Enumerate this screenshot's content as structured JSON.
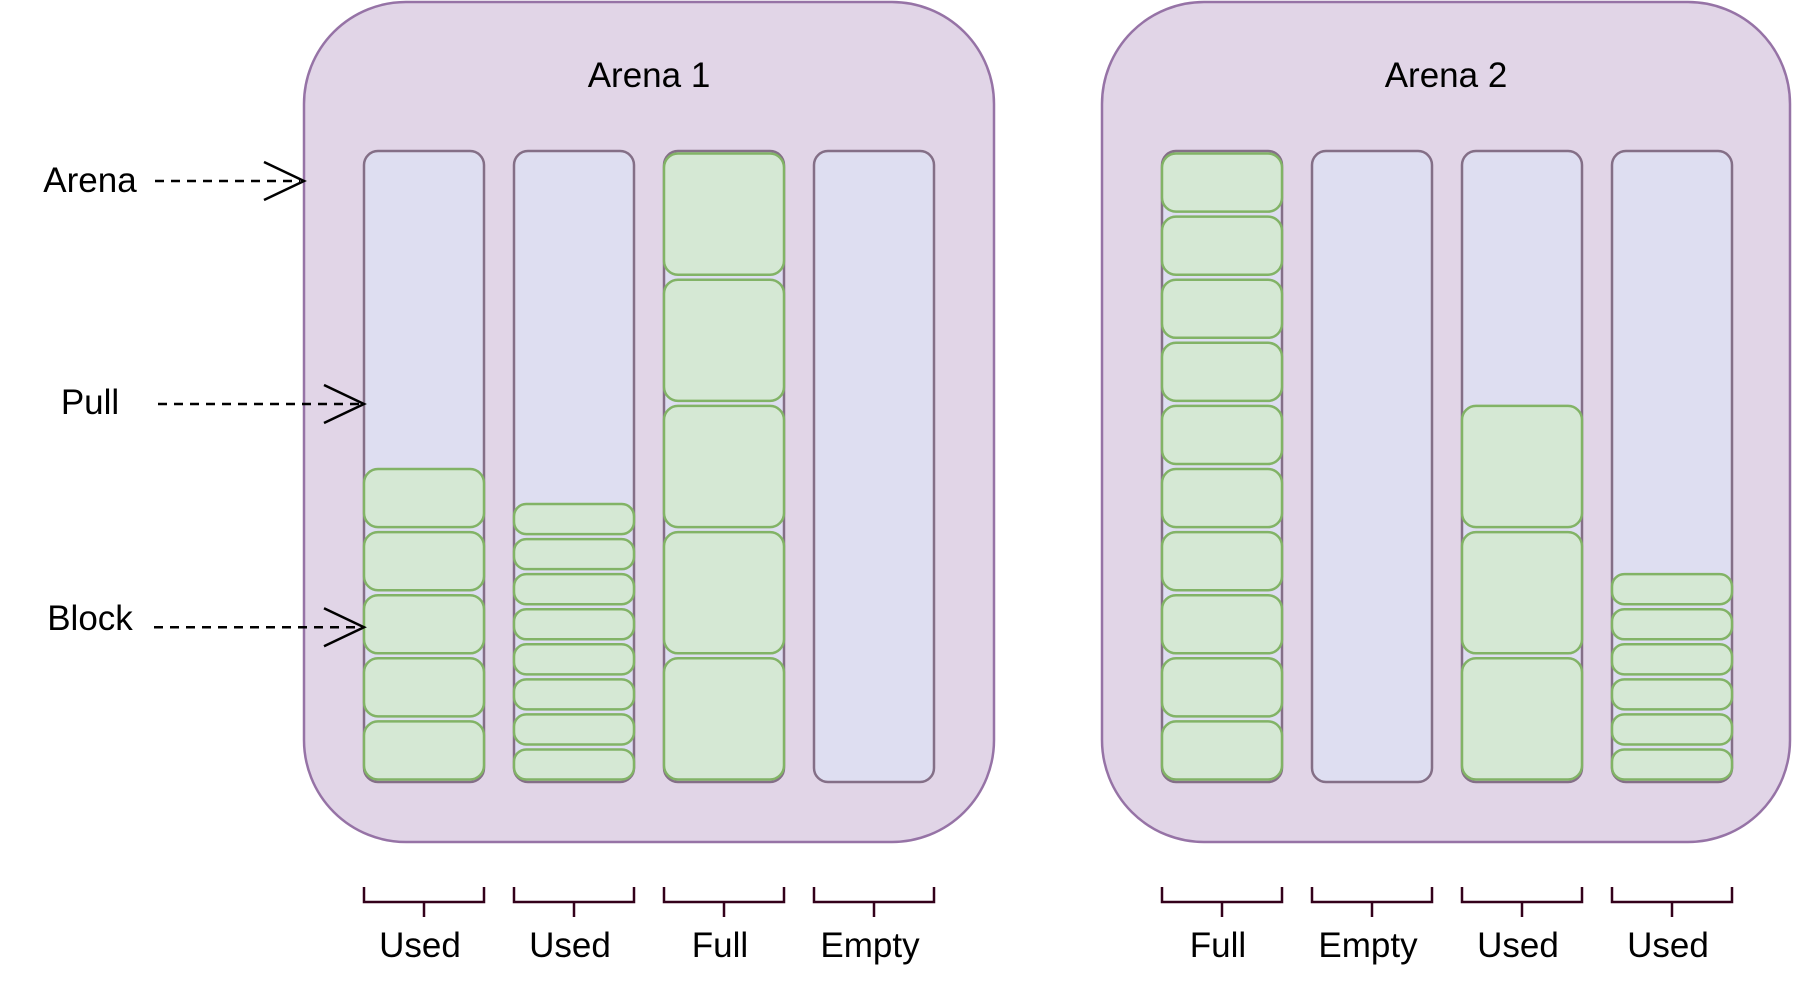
{
  "diagram": {
    "arenas": [
      {
        "title": "Arena 1",
        "pools": [
          {
            "label": "Used",
            "blocks": 5,
            "slots": 10
          },
          {
            "label": "Used",
            "blocks": 8,
            "slots": 18
          },
          {
            "label": "Full",
            "blocks": 5,
            "slots": 5
          },
          {
            "label": "Empty",
            "blocks": 0,
            "slots": 5
          }
        ]
      },
      {
        "title": "Arena 2",
        "pools": [
          {
            "label": "Full",
            "blocks": 10,
            "slots": 10
          },
          {
            "label": "Empty",
            "blocks": 0,
            "slots": 5
          },
          {
            "label": "Used",
            "blocks": 3,
            "slots": 5
          },
          {
            "label": "Used",
            "blocks": 6,
            "slots": 18
          }
        ]
      }
    ],
    "pointers": [
      {
        "label": "Arena",
        "target": "arena-0"
      },
      {
        "label": "Pull",
        "target": "pool-0-0"
      },
      {
        "label": "Block",
        "target": "block-0-0-2"
      }
    ]
  },
  "colors": {
    "arena_fill": "#e1d5e7",
    "arena_stroke": "#9673a6",
    "pool_fill": "#dedef1",
    "pool_stroke": "#846f87",
    "block_fill": "#d5e8d4",
    "block_stroke": "#82b366",
    "bracket_stroke": "#33001a",
    "arrow_stroke": "#000000"
  }
}
